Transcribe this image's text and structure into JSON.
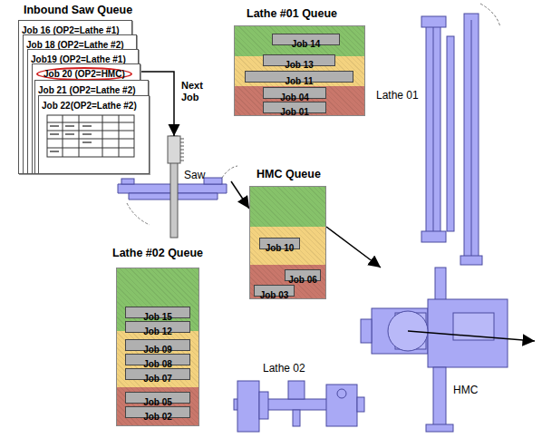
{
  "diagram": {
    "nodes": [
      {
        "text": [
          "Inbound Saw Queue"
        ]
      },
      {
        "text": [
          "Job 16 (OP2=Lathe #1)"
        ],
        "in": 0
      },
      {
        "text": [
          "Job 18 (OP2=Lathe #2)"
        ],
        "in": 0
      },
      {
        "text": [
          "Job19 (OP2=Lathe #1)"
        ],
        "in": 0
      },
      {
        "text": [
          "Job 20 (OP2=HMC)"
        ],
        "in": 0
      },
      {
        "text": [
          "Job 21 (OP2=Lathe #2)"
        ],
        "in": 0
      },
      {
        "text": [
          "Job 22(OP2=Lathe #2)"
        ],
        "in": 0
      },
      {
        "text": [
          "Saw"
        ]
      },
      {
        "text": [
          "Lathe #01 Queue"
        ]
      },
      {
        "text": [
          "Job 14"
        ],
        "in": 8
      },
      {
        "text": [
          "Job 13"
        ],
        "in": 8
      },
      {
        "text": [
          "Job 11"
        ],
        "in": 8
      },
      {
        "text": [
          "Job 04"
        ],
        "in": 8
      },
      {
        "text": [
          "Job 01"
        ],
        "in": 8
      },
      {
        "text": [
          "HMC Queue"
        ]
      },
      {
        "text": [
          "Job 10"
        ],
        "in": 14
      },
      {
        "text": [
          "Job 03"
        ],
        "in": 14
      },
      {
        "text": [
          "Job 06"
        ],
        "in": 14
      },
      {
        "text": [
          "Lathe #02 Queue"
        ]
      },
      {
        "text": [
          "Job 15"
        ],
        "in": 18
      },
      {
        "text": [
          "Job 12"
        ],
        "in": 18
      },
      {
        "text": [
          "Job 09"
        ],
        "in": 18
      },
      {
        "text": [
          "Job 08"
        ],
        "in": 18
      },
      {
        "text": [
          "Job 07"
        ],
        "in": 18
      },
      {
        "text": [
          "Job 05"
        ],
        "in": 18
      },
      {
        "text": [
          "Job 02"
        ],
        "in": 18
      },
      {
        "text": [
          "Lathe 01"
        ]
      },
      {
        "text": [
          "Lathe 02"
        ]
      },
      {
        "text": [
          "HMC"
        ]
      }
    ],
    "edges": [
      {
        "from": 4,
        "to": 7,
        "arrow": "to",
        "label": "Next Job"
      },
      {
        "from": 7,
        "to": 14,
        "arrow": "to"
      },
      {
        "from": 14,
        "to": 28,
        "arrow": "to"
      }
    ]
  }
}
